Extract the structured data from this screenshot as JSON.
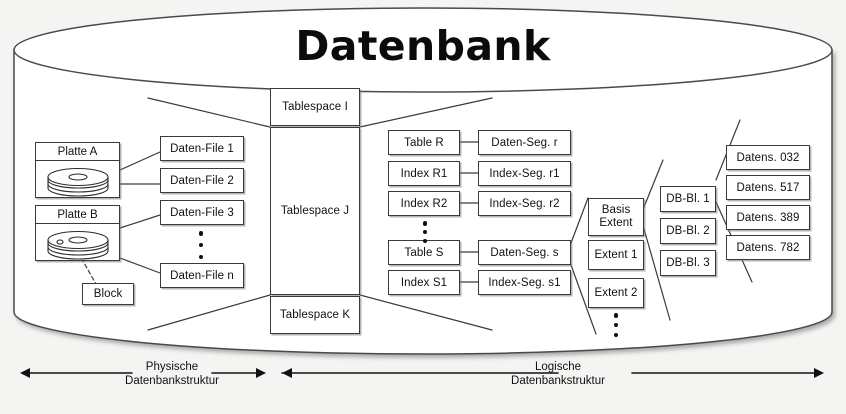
{
  "title": "Datenbank",
  "physical": {
    "disks": [
      {
        "name": "disk-platte-a",
        "label": "Platte A"
      },
      {
        "name": "disk-platte-b",
        "label": "Platte B"
      }
    ],
    "block_label": "Block",
    "data_files": [
      "Daten-File 1",
      "Daten-File 2",
      "Daten-File 3",
      "Daten-File n"
    ],
    "data_files_ellipsis": "vertical-ellipsis"
  },
  "tablespaces": [
    "Tablespace I",
    "Tablespace J",
    "Tablespace K"
  ],
  "logical": {
    "objects": [
      "Table R",
      "Index R1",
      "Index R2",
      "Table S",
      "Index S1"
    ],
    "objects_ellipsis": "vertical-ellipsis",
    "segments": [
      "Daten-Seg. r",
      "Index-Seg. r1",
      "Index-Seg. r2",
      "Daten-Seg. s",
      "Index-Seg. s1"
    ],
    "extents": [
      "Basis Extent",
      "Extent 1",
      "Extent 2"
    ],
    "extent_basis_lines": [
      "Basis",
      "Extent"
    ],
    "extents_ellipsis": "vertical-ellipsis",
    "db_blocks": [
      "DB-Bl. 1",
      "DB-Bl. 2",
      "DB-Bl. 3"
    ],
    "records": [
      "Datens. 032",
      "Datens. 517",
      "Datens. 389",
      "Datens. 782"
    ]
  },
  "axes": [
    {
      "name": "physical-structure-axis",
      "line1": "Physische",
      "line2": "Datenbankstruktur"
    },
    {
      "name": "logical-structure-axis",
      "line1": "Logische",
      "line2": "Datenbankstruktur"
    }
  ],
  "colors": {
    "background": "#f4f4f2",
    "stroke": "#3a3a3a",
    "box_fill": "#ffffff",
    "text": "#111111"
  }
}
